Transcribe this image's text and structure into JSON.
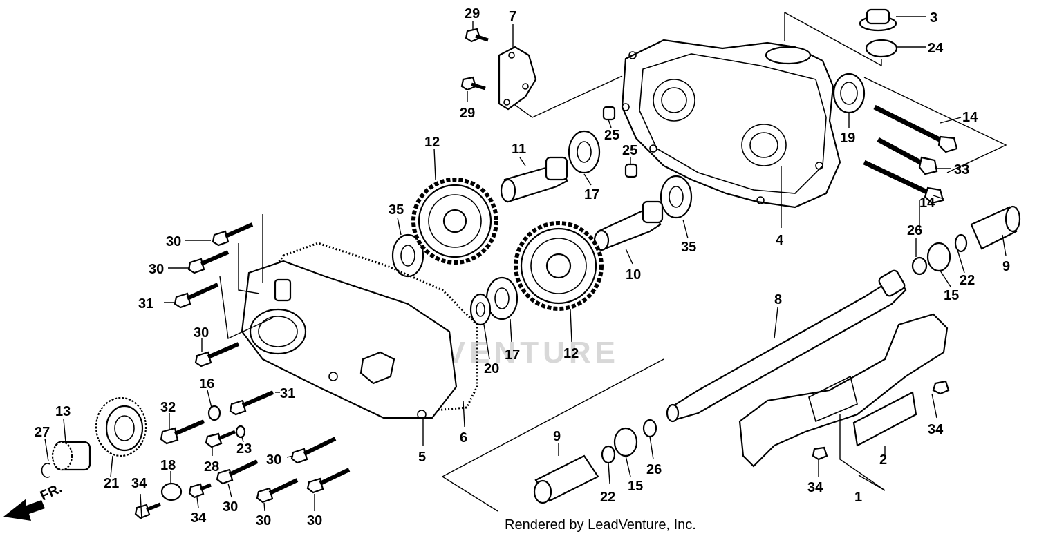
{
  "footer": "Rendered by LeadVenture, Inc.",
  "watermark": "LEADVENTURE",
  "direction_label": "FR.",
  "callouts": {
    "c1": "1",
    "c2": "2",
    "c3": "3",
    "c4": "4",
    "c5": "5",
    "c6": "6",
    "c7": "7",
    "c8": "8",
    "c9a": "9",
    "c9b": "9",
    "c10": "10",
    "c11": "11",
    "c12a": "12",
    "c12b": "12",
    "c13": "13",
    "c14a": "14",
    "c14b": "14",
    "c15a": "15",
    "c15b": "15",
    "c16": "16",
    "c17a": "17",
    "c17b": "17",
    "c18": "18",
    "c19": "19",
    "c20": "20",
    "c21": "21",
    "c22a": "22",
    "c22b": "22",
    "c23": "23",
    "c24": "24",
    "c25a": "25",
    "c25b": "25",
    "c26a": "26",
    "c26b": "26",
    "c27": "27",
    "c28": "28",
    "c29a": "29",
    "c29b": "29",
    "c30a": "30",
    "c30b": "30",
    "c30c": "30",
    "c30d": "30",
    "c30e": "30",
    "c30f": "30",
    "c30g": "30",
    "c31a": "31",
    "c31b": "31",
    "c32": "32",
    "c33": "33",
    "c34a": "34",
    "c34b": "34",
    "c34c": "34",
    "c34d": "34",
    "c35a": "35",
    "c35b": "35"
  }
}
